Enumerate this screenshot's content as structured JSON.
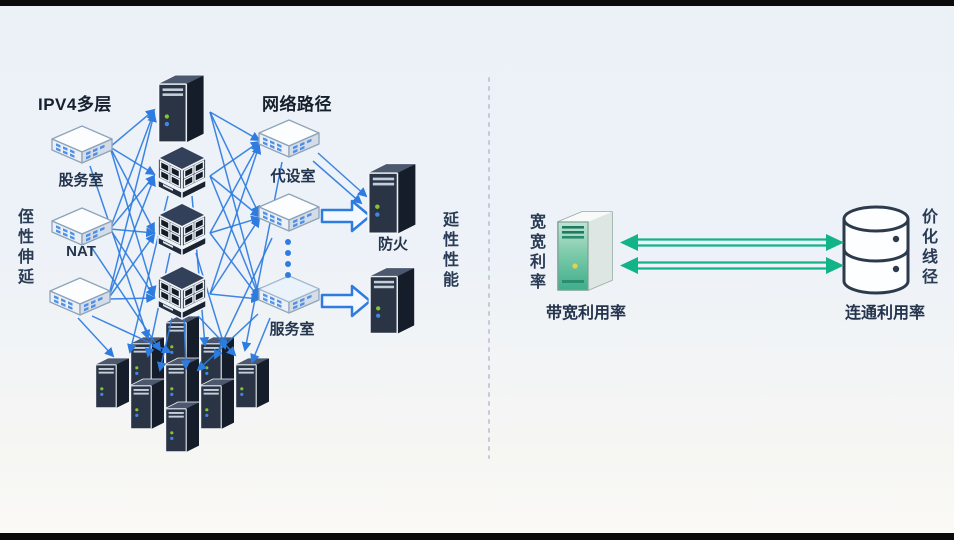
{
  "left_diagram": {
    "title": "IPV4多层",
    "network_path_title": "网络路径",
    "left_vertical_label": "侄性伸延",
    "right_vertical_label": "延性性能",
    "server_room_label": "股务室",
    "nat_label": "NAT",
    "proxy_room_label": "代设室",
    "service_room_label": "服务室",
    "firewall_label": "防火"
  },
  "right_diagram": {
    "left_vertical_label": "宽宽利率",
    "right_vertical_label": "价化线径",
    "server_label": "带宽利用率",
    "database_label": "连通利用率"
  },
  "colors": {
    "accent_blue": "#2e7ce0",
    "accent_green": "#12b487",
    "node_dark": "#2a3444",
    "label_text": "#24344d",
    "divider": "#c3cbd8"
  },
  "icons": {
    "switch": "isometric-network-switch",
    "server_tower": "isometric-server-tower",
    "router": "isometric-router-grid",
    "server_cluster": "isometric-server-cluster",
    "bandwidth_server": "teal-server-tower",
    "database": "database-cylinder",
    "ellipsis": "vertical-dots",
    "block_arrow": "outlined-right-arrow",
    "green_arrow": "double-headed-hollow-arrow"
  }
}
